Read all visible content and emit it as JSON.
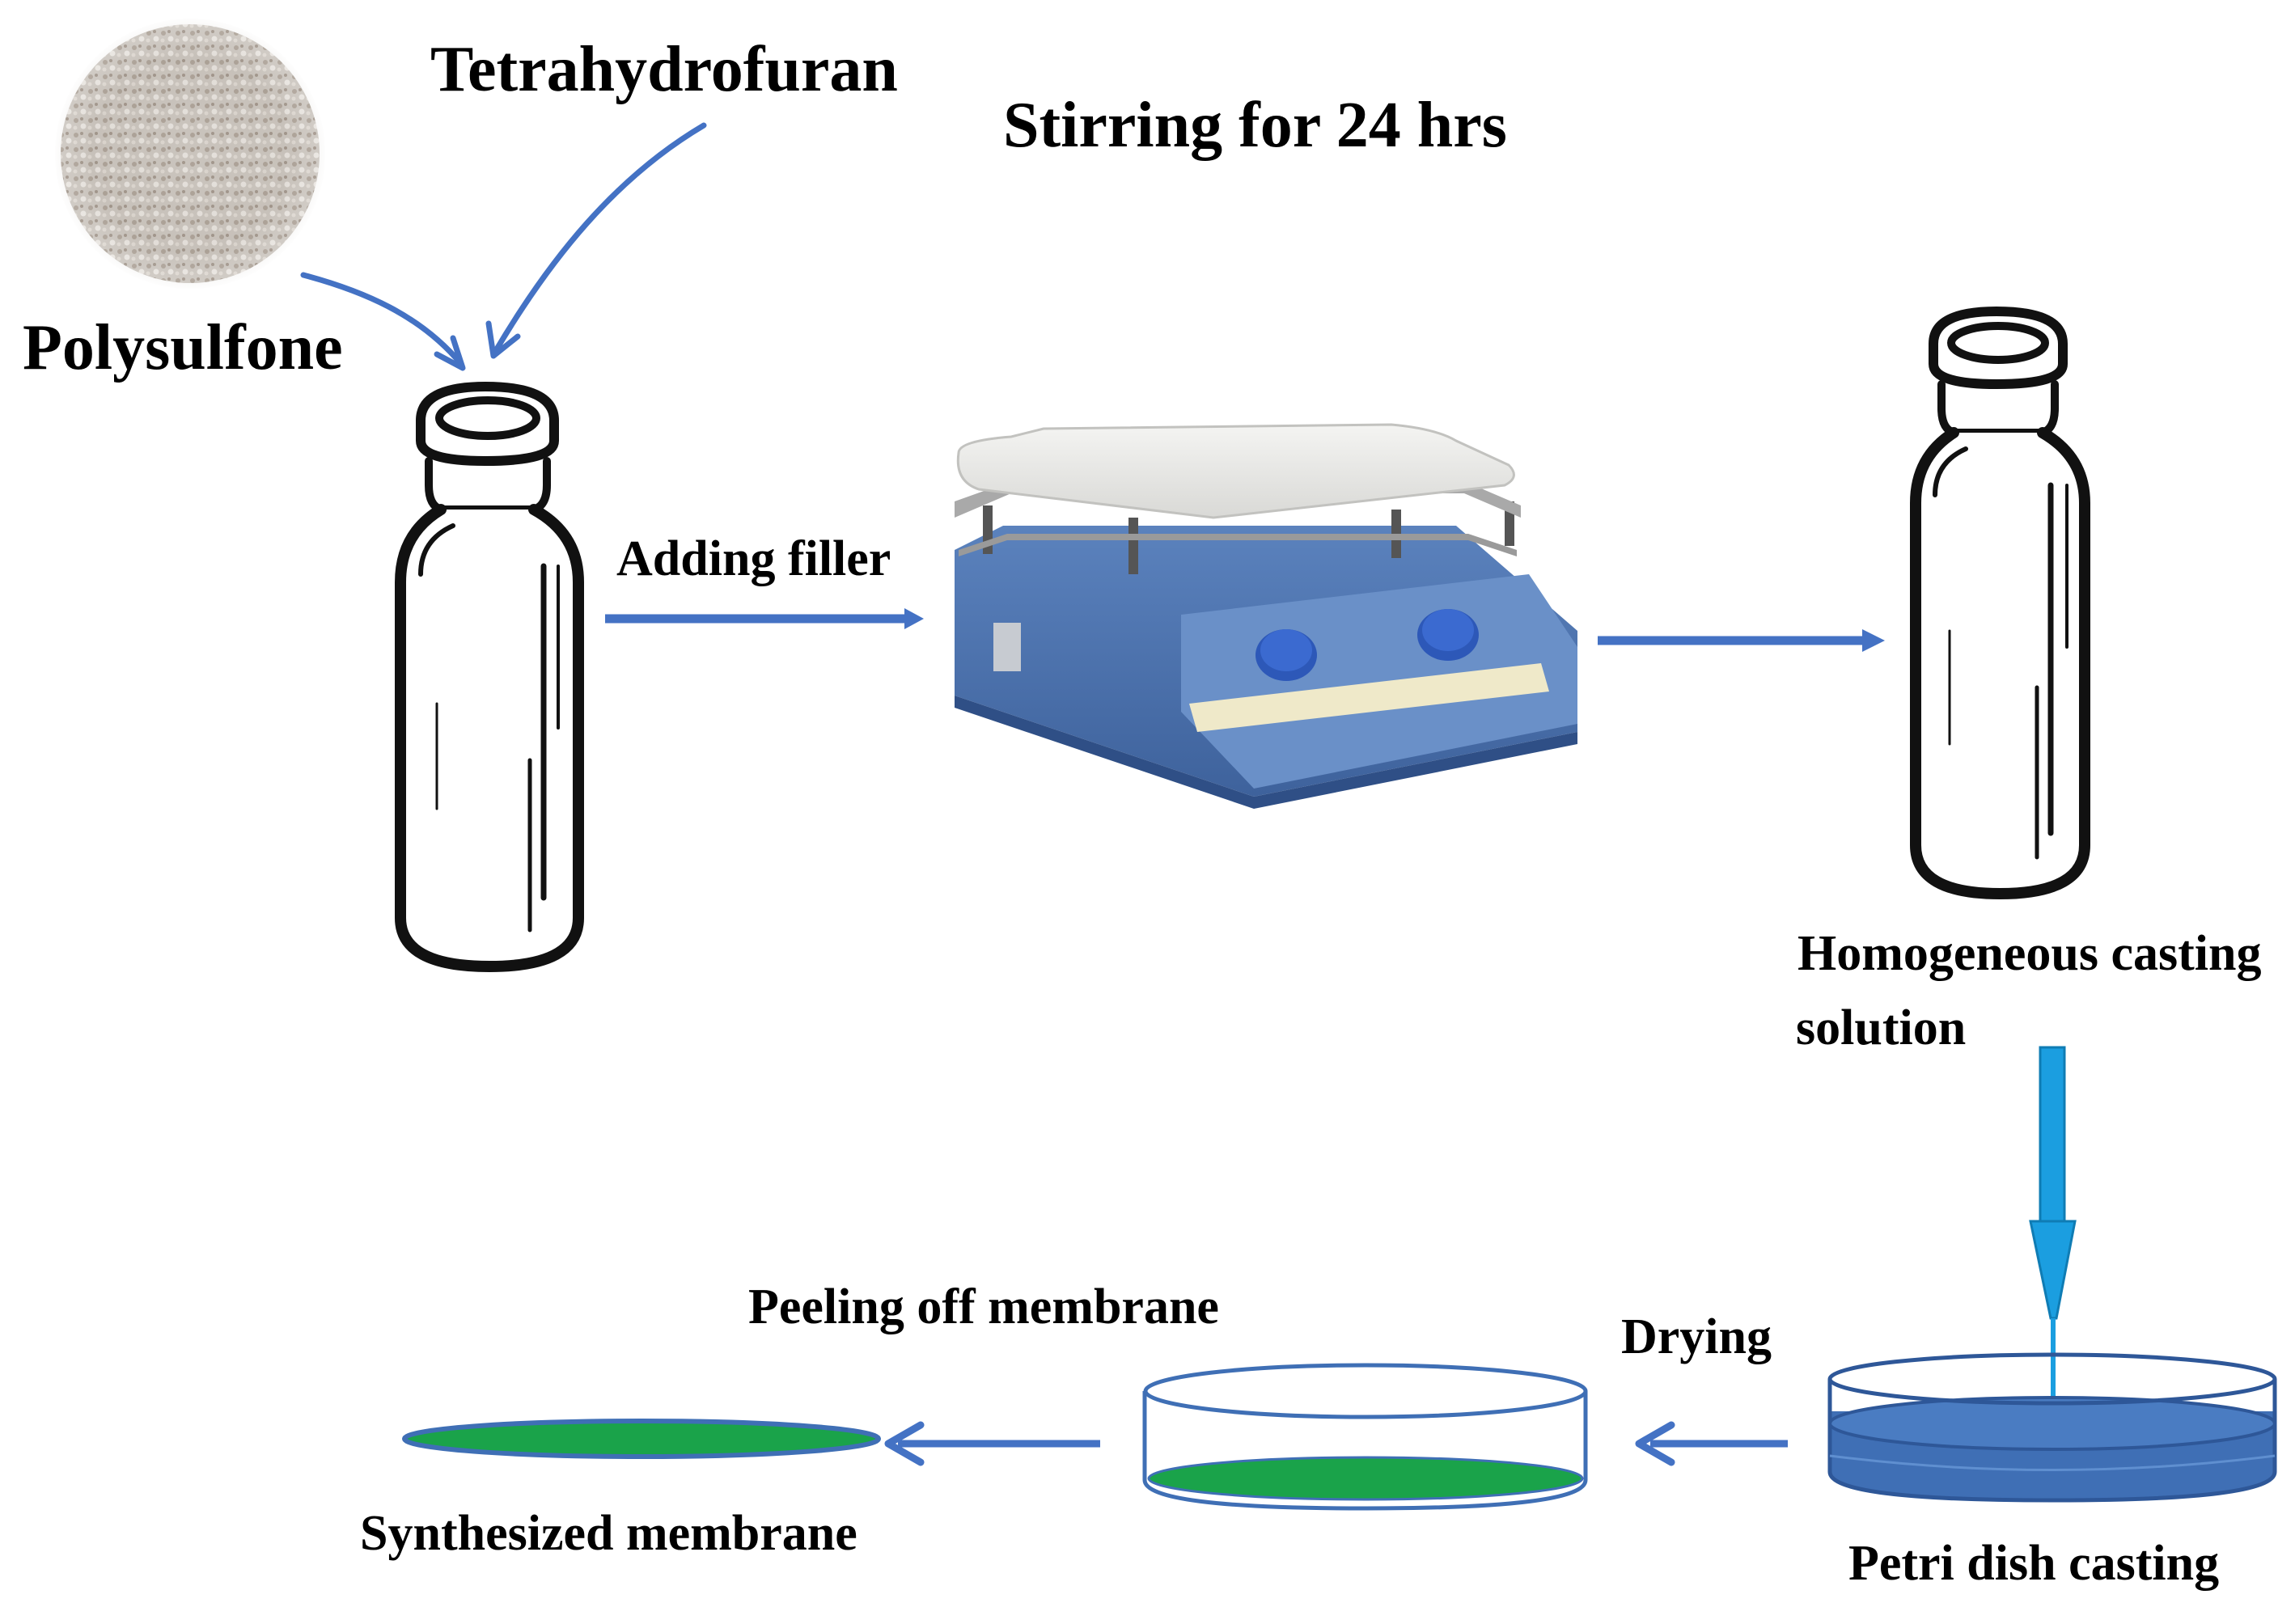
{
  "labels": {
    "polysulfone": "Polysulfone",
    "tetrahydrofuran": "Tetrahydrofuran",
    "stirring": "Stirring for 24 hrs",
    "adding_filler": "Adding filler",
    "homogeneous_line1": "Homogeneous casting",
    "homogeneous_line2": "solution",
    "peeling": "Peeling off membrane",
    "drying": "Drying",
    "synthesized": "Synthesized membrane",
    "petri_casting": "Petri dish casting"
  },
  "colors": {
    "arrow": "#4472c4",
    "pipette": "#1b9ee0",
    "membrane_green": "#1aa34a",
    "hotplate_body": "#4a72b0",
    "solution_blue": "#3f6fb5"
  }
}
